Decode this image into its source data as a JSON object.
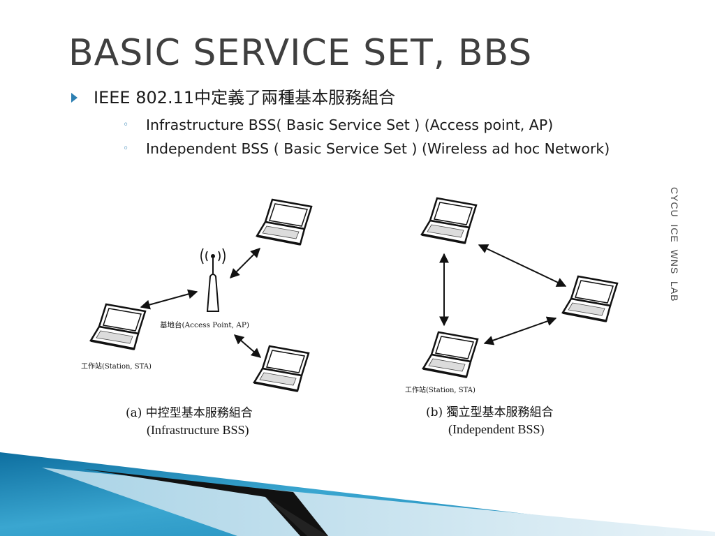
{
  "slide": {
    "title": "BASIC SERVICE SET, BBS",
    "bullet_main": "IEEE 802.11中定義了兩種基本服務組合",
    "sub_bullets": [
      "Infrastructure BSS( Basic Service Set ) (Access point, AP)",
      "Independent BSS ( Basic Service Set ) (Wireless ad hoc Network)"
    ],
    "side_label": "CYCU  ICE  WNS  LAB"
  },
  "diagram_a": {
    "ap_label": "基地台(Access Point, AP)",
    "station_label": "工作站(Station, STA)",
    "caption_line1": "(a) 中控型基本服務組合",
    "caption_line2": "(Infrastructure BSS)"
  },
  "diagram_b": {
    "station_label": "工作站(Station, STA)",
    "caption_line1": "(b) 獨立型基本服務組合",
    "caption_line2": "(Independent BSS)"
  },
  "colors": {
    "accent": "#2c7fb2",
    "footer_blue": "#1f8fbf",
    "footer_dark": "#111111",
    "footer_light": "#d6e9f2"
  }
}
